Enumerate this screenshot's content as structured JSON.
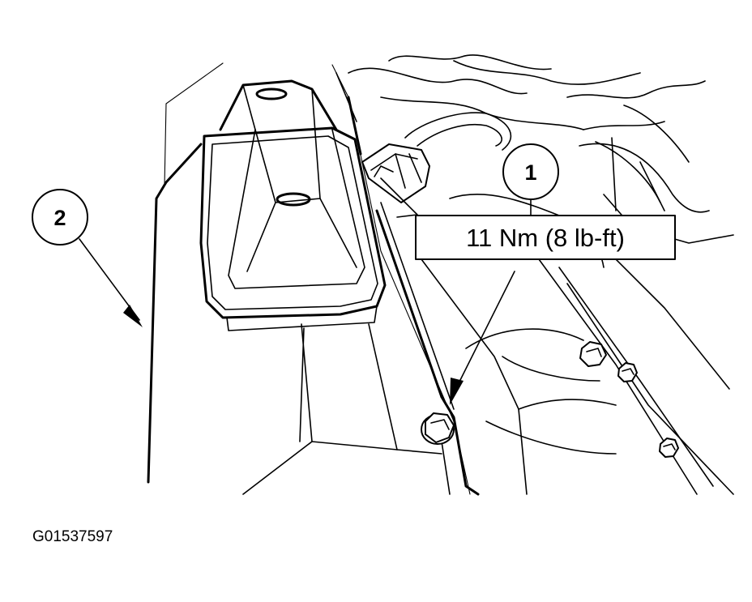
{
  "callouts": {
    "one": "1",
    "two": "2"
  },
  "torque_spec": "11 Nm (8 lb-ft)",
  "figure_id": "G01537597",
  "colors": {
    "ink": "#000000",
    "paper": "#ffffff"
  }
}
